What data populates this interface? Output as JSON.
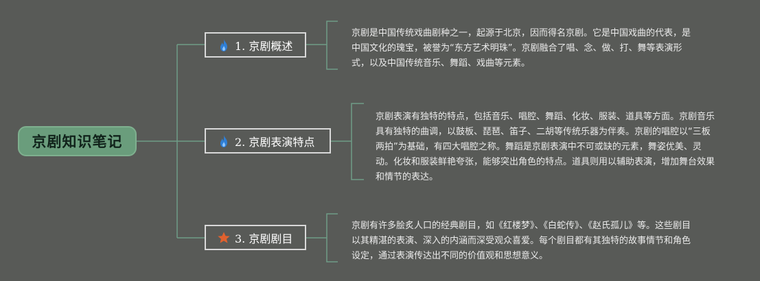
{
  "root": {
    "label": "京剧知识笔记"
  },
  "topics": [
    {
      "label": "1. 京剧概述",
      "icon": "fire-icon",
      "note": "京剧是中国传统戏曲剧种之一，起源于北京，因而得名京剧。它是中国戏曲的代表，是中国文化的瑰宝，被誉为“东方艺术明珠”。京剧融合了唱、念、做、打、舞等表演形式，以及中国传统音乐、舞蹈、戏曲等元素。"
    },
    {
      "label": "2. 京剧表演特点",
      "icon": "fire-icon",
      "note": "京剧表演有独特的特点，包括音乐、唱腔、舞蹈、化妆、服装、道具等方面。京剧音乐具有独特的曲调，以鼓板、琵琶、笛子、二胡等传统乐器为伴奏。京剧的唱腔以“三板两拍”为基础，有四大唱腔之称。舞蹈是京剧表演中不可或缺的元素，舞姿优美、灵动。化妆和服装鲜艳夸张，能够突出角色的特点。道具则用以辅助表演，增加舞台效果和情节的表达。"
    },
    {
      "label": "3. 京剧剧目",
      "icon": "star-icon",
      "note": "京剧有许多脍炙人口的经典剧目，如《红楼梦》、《白蛇传》、《赵氏孤儿》等。这些剧目以其精湛的表演、深入的内涵而深受观众喜爱。每个剧目都有其独特的故事情节和角色设定，通过表演传达出不同的价值观和思想意义。"
    }
  ],
  "colors": {
    "background": "#585a57",
    "root_fill": "#6a9d7c",
    "connector": "#6f9c87",
    "fire": "#2f7fd6",
    "star": "#e0612e"
  }
}
